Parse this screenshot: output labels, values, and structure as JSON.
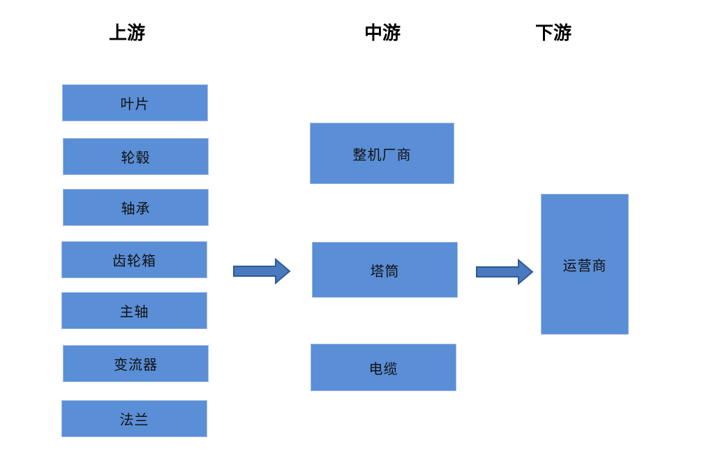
{
  "headings": {
    "upstream": "上游",
    "midstream": "中游",
    "downstream": "下游"
  },
  "upstream_items": [
    "叶片",
    "轮毂",
    "轴承",
    "齿轮箱",
    "主轴",
    "变流器",
    "法兰"
  ],
  "midstream_items": [
    "整机厂商",
    "塔筒",
    "电缆"
  ],
  "downstream_items": [
    "运营商"
  ],
  "colors": {
    "box_fill": "#5a8ed6",
    "box_border": "#9fb9df",
    "arrow_fill": "#4a79bf",
    "arrow_stroke": "#2e5a93"
  }
}
